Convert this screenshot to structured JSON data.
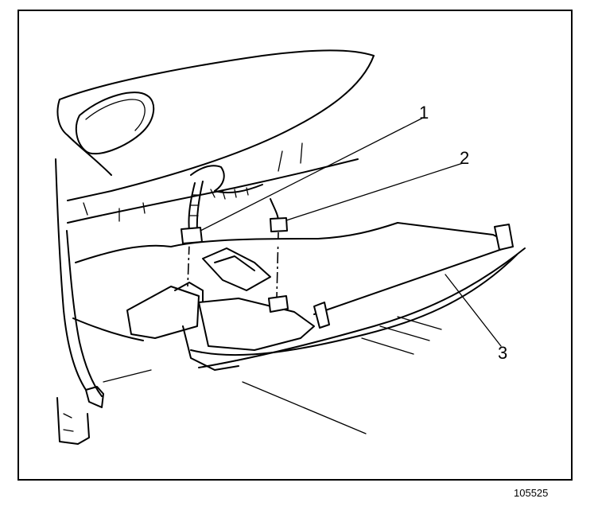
{
  "diagram": {
    "callouts": [
      {
        "id": "1",
        "label": "1"
      },
      {
        "id": "2",
        "label": "2"
      },
      {
        "id": "3",
        "label": "3"
      }
    ],
    "figure_number": "105525"
  }
}
